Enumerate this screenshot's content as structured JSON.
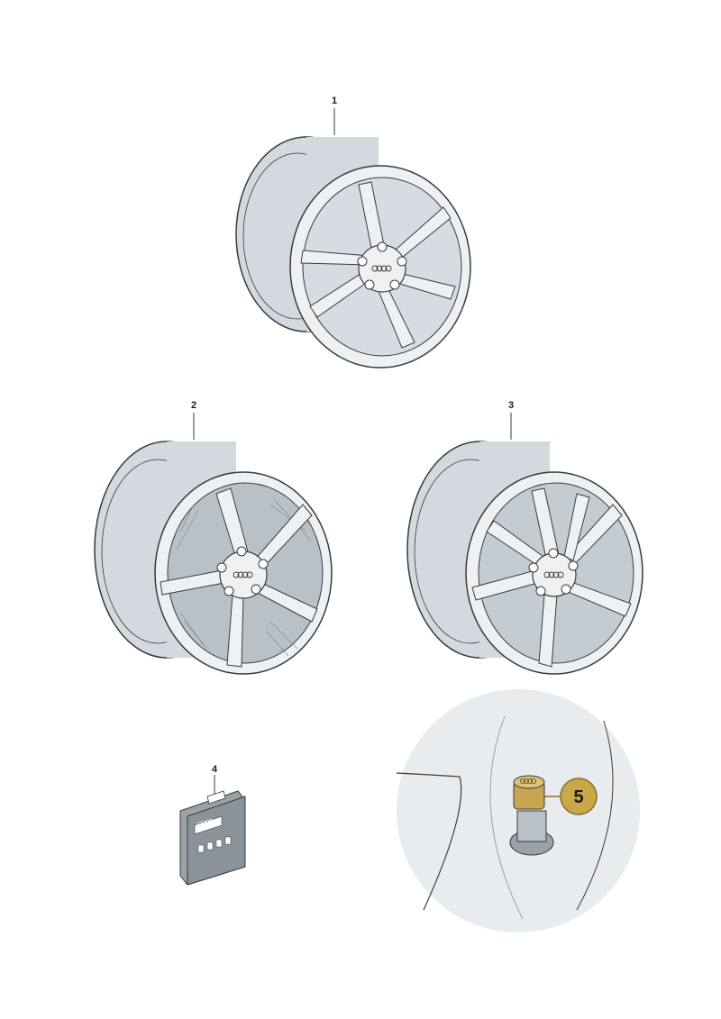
{
  "callouts": {
    "c1": "1",
    "c2": "2",
    "c3": "3",
    "c4": "4",
    "c5": "5"
  },
  "colors": {
    "line": "#3a3a3a",
    "rim_face": "#eef1f3",
    "rim_shade": "#d3d9de",
    "spoke_shadow": "#c4ccd3",
    "badge_fill": "#c9a84a",
    "badge_stroke": "#8a6d22",
    "valve_cap": "#c8a550",
    "bg_panel": "#e8ecef"
  },
  "icons": {
    "brand": "four-rings-logo-icon"
  }
}
